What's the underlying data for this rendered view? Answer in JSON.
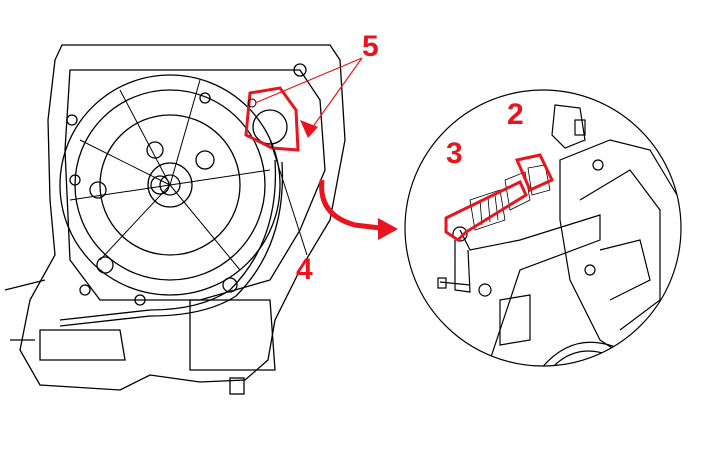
{
  "callouts": [
    {
      "id": "5",
      "text": "5"
    },
    {
      "id": "4",
      "text": "4"
    },
    {
      "id": "3",
      "text": "3"
    },
    {
      "id": "2",
      "text": "2"
    }
  ],
  "colors": {
    "highlight": "#e8141e",
    "line": "#000000",
    "background": "#ffffff"
  }
}
